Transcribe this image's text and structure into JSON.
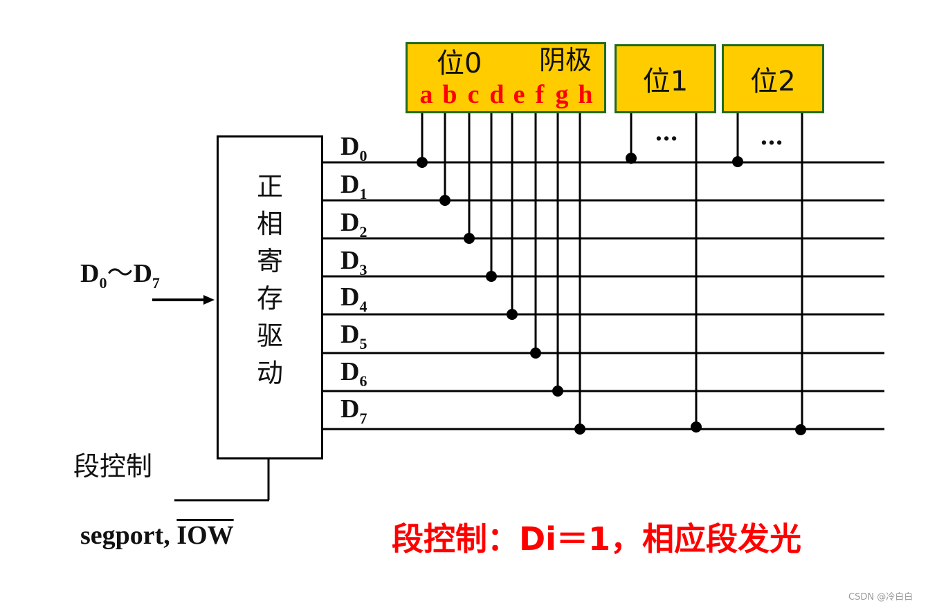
{
  "digits": [
    {
      "label": "位0",
      "extra": "阴极",
      "segments": [
        "a",
        "b",
        "c",
        "d",
        "e",
        "f",
        "g",
        "h"
      ]
    },
    {
      "label": "位1",
      "ellipsis": "…"
    },
    {
      "label": "位2",
      "ellipsis": "…"
    }
  ],
  "driver": {
    "chars": [
      "正",
      "相",
      "寄",
      "存",
      "驱",
      "动"
    ]
  },
  "bus_lines": [
    {
      "base": "D",
      "sub": "0"
    },
    {
      "base": "D",
      "sub": "1"
    },
    {
      "base": "D",
      "sub": "2"
    },
    {
      "base": "D",
      "sub": "3"
    },
    {
      "base": "D",
      "sub": "4"
    },
    {
      "base": "D",
      "sub": "5"
    },
    {
      "base": "D",
      "sub": "6"
    },
    {
      "base": "D",
      "sub": "7"
    }
  ],
  "input": {
    "from": "D",
    "from_sub": "0",
    "tilde": "～",
    "to": "D",
    "to_sub": "7"
  },
  "seg_control_label": "段控制",
  "segport": {
    "text": "segport, ",
    "iow": "IOW"
  },
  "caption": "段控制：Di＝1，相应段发光",
  "watermark": "CSDN @冷白白",
  "colors": {
    "digit_fill": "#ffcc00",
    "digit_border": "#1e6b1e",
    "highlight": "#ff0000",
    "line": "#000000"
  }
}
